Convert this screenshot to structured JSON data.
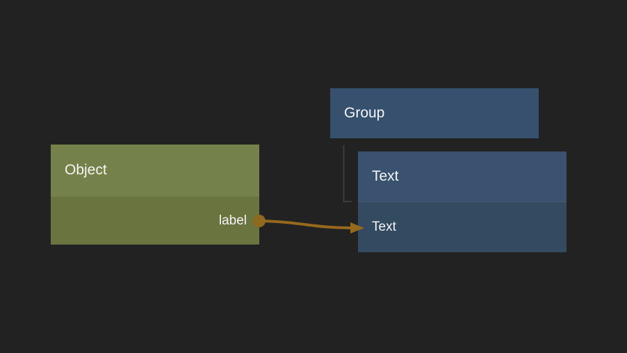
{
  "canvas": {
    "background": "#222222"
  },
  "nodes": {
    "object": {
      "title": "Object",
      "header_color": "#75814a",
      "body_color": "#6a743f",
      "ports": [
        {
          "label": "label",
          "direction": "output",
          "color": "#8e6920"
        }
      ]
    },
    "group": {
      "title": "Group",
      "header_color": "#36506e"
    },
    "text": {
      "title": "Text",
      "header_color": "#3a526f",
      "body_color": "#334a60",
      "rows": [
        {
          "label": "Text"
        }
      ]
    }
  },
  "edges": {
    "connection": {
      "from": "Object label",
      "to": "Text row",
      "color": "#97691c"
    },
    "tree_line_color": "#3c3c3c"
  }
}
